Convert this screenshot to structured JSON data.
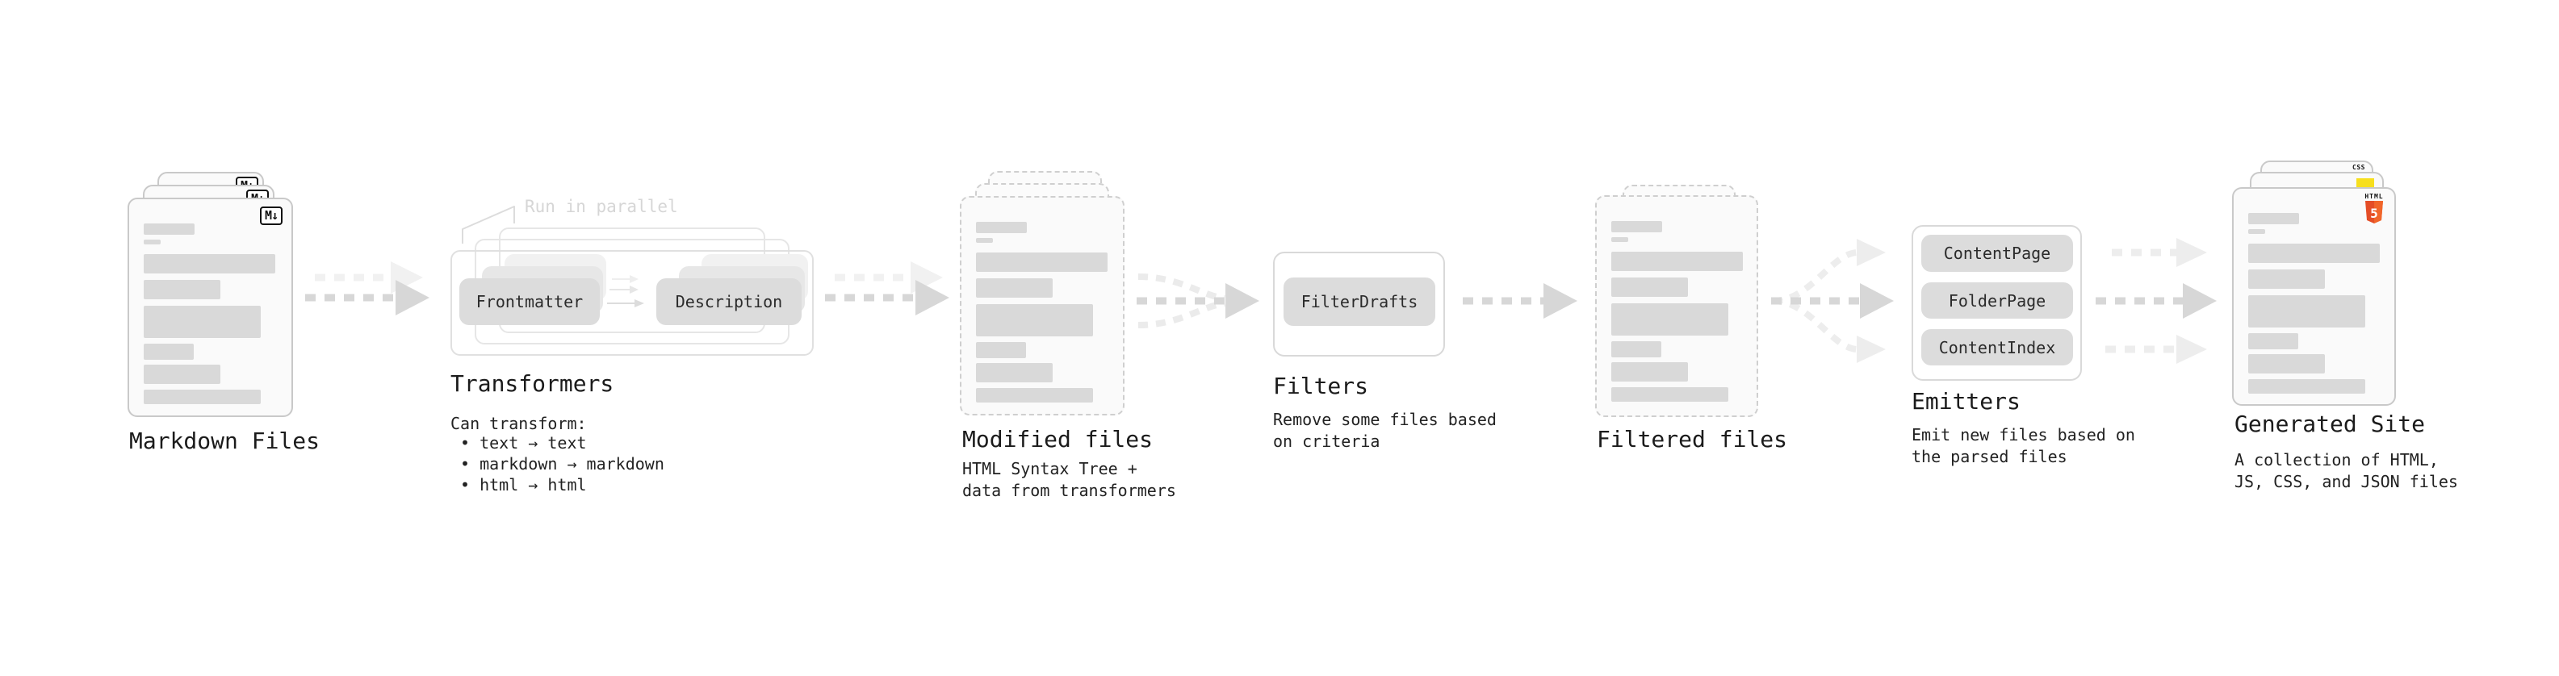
{
  "stages": {
    "markdown": {
      "title": "Markdown Files",
      "badge": "M↓"
    },
    "transformers": {
      "title": "Transformers",
      "annotation": "Run in parallel",
      "pill_left": "Frontmatter",
      "pill_right": "Description",
      "desc_heading": "Can transform:",
      "bullets": [
        "• text → text",
        "• markdown → markdown",
        "• html → html"
      ]
    },
    "modified": {
      "title": "Modified files",
      "desc_lines": [
        "HTML Syntax Tree +",
        "data from transformers"
      ]
    },
    "filters": {
      "title": "Filters",
      "pill": "FilterDrafts",
      "desc_lines": [
        "Remove some files based",
        "on criteria"
      ]
    },
    "filtered": {
      "title": "Filtered files"
    },
    "emitters": {
      "title": "Emitters",
      "pills": [
        "ContentPage",
        "FolderPage",
        "ContentIndex"
      ],
      "desc_lines": [
        "Emit new files based on",
        "the parsed files"
      ]
    },
    "generated": {
      "title": "Generated Site",
      "desc_lines": [
        "A collection of HTML,",
        "JS, CSS, and JSON files"
      ],
      "badges": {
        "css": "CSS",
        "html_label": "HTML",
        "html_five": "5"
      }
    }
  },
  "colors": {
    "background": "#ffffff",
    "card_border": "#c9c9c9",
    "bar_fill": "#d9d9d9",
    "pill_fill": "#dcdcdc",
    "arrow_main": "#d7d7d7",
    "arrow_light": "#ededed",
    "annotation_gray": "#d6d6d6",
    "text_dark": "#1c1c1c",
    "css_blue": "#2965f1",
    "js_yellow": "#f7df1e",
    "html_orange": "#e44d26",
    "html_orange_light": "#f16529"
  }
}
